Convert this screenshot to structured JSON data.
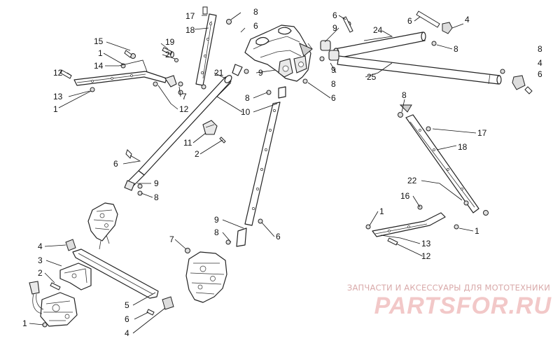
{
  "callouts": {
    "c17_top": "17",
    "c8_top": "8",
    "c18_top": "18",
    "c6_top": "6",
    "c6_topR": "6",
    "c9_topR": "9",
    "c24": "24",
    "c6_far": "6",
    "c4_far": "4",
    "c8_r1": "8",
    "c15": "15",
    "c1_a": "1",
    "c19": "19",
    "c14": "14",
    "c20": "20",
    "c21": "21",
    "c9_mid": "9",
    "c9_b": "9",
    "c8_m1": "8",
    "c25": "25",
    "c8_m2": "8",
    "c6_m": "6",
    "c8_fr": "8",
    "c4_fr": "4",
    "c6_fr": "6",
    "c12_a": "12",
    "c13_a": "13",
    "c1_b": "1",
    "c7_a": "7",
    "c12_b": "12",
    "c10": "10",
    "c8_rb": "8",
    "c17_rb": "17",
    "c18_rb": "18",
    "c11": "11",
    "c2_a": "2",
    "c6_l": "6",
    "c9_l": "9",
    "c8_l": "8",
    "c22": "22",
    "c16": "16",
    "c1_r": "1",
    "c1_rr": "1",
    "c13_r": "13",
    "c12_r": "12",
    "c9_b2": "9",
    "c8_b2": "8",
    "c6_b2": "6",
    "c7_b": "7",
    "c4_bl": "4",
    "c3": "3",
    "c2_bl": "2",
    "c5": "5",
    "c6_bl": "6",
    "c4_bl2": "4",
    "c1_bl": "1"
  },
  "watermark": {
    "caption": "ЗАПЧАСТИ И АКСЕССУАРЫ ДЛЯ МОТОТЕХНИКИ",
    "logo": "PARTSFOR.RU"
  },
  "colors": {
    "ink": "#222222",
    "watermark_text": "#d9aaaa",
    "watermark_logo": "#f2c8c8"
  }
}
